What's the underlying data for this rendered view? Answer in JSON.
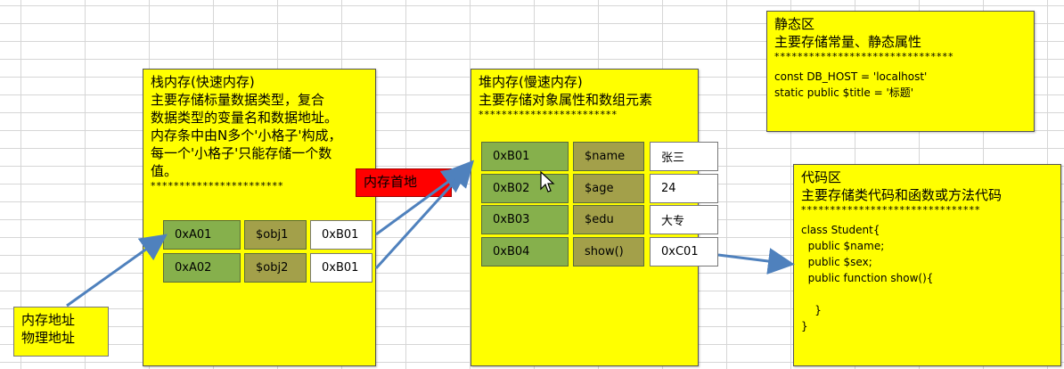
{
  "stack": {
    "title": "栈内存(快速内存)",
    "desc": "主要存储标量数据类型，复合\n数据类型的变量名和数据地址。\n内存条中由N多个'小格子'构成，\n每一个'小格子'只能存储一个数\n值。",
    "stars": "***********************",
    "rows": [
      {
        "addr": "0xA01",
        "var": "$obj1",
        "val": "0xB01"
      },
      {
        "addr": "0xA02",
        "var": "$obj2",
        "val": "0xB01"
      }
    ]
  },
  "heap": {
    "title": "堆内存(慢速内存)",
    "desc": "主要存储对象属性和数组元素",
    "stars": "************************",
    "rows": [
      {
        "addr": "0xB01",
        "var": "$name",
        "val": "张三"
      },
      {
        "addr": "0xB02",
        "var": "$age",
        "val": "24"
      },
      {
        "addr": "0xB03",
        "var": "$edu",
        "val": "大专"
      },
      {
        "addr": "0xB04",
        "var": "show()",
        "val": "0xC01"
      }
    ]
  },
  "static": {
    "title": "静态区",
    "desc": "主要存储常量、静态属性",
    "stars": "*******************************",
    "code": "const DB_HOST = 'localhost'\nstatic public $title = '标题'"
  },
  "code_area": {
    "title": "代码区",
    "desc": "主要存储类代码和函数或方法代码",
    "stars": "*******************************",
    "code": "class Student{\n  public $name;\n  public $sex;\n  public function show(){\n\n    }\n}"
  },
  "labels": {
    "memory_start": "内存首地",
    "physical": "内存地址\n物理地址"
  },
  "colors": {
    "box": "#ffff00",
    "addr_cell": "#86b04c",
    "var_cell": "#a3a04a",
    "tag_red": "#ff0000",
    "arrow": "#4f81bd"
  }
}
